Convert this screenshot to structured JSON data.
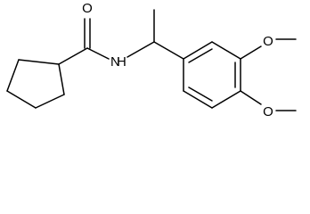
{
  "molecule": {
    "atoms": {
      "carbonyl_o": "O",
      "amide_n": "N",
      "amide_h": "H",
      "methoxy_o_top": "O",
      "methoxy_o_bottom": "O"
    }
  },
  "colors": {
    "bond": "#000000",
    "label": "#000000",
    "background": "#ffffff"
  }
}
